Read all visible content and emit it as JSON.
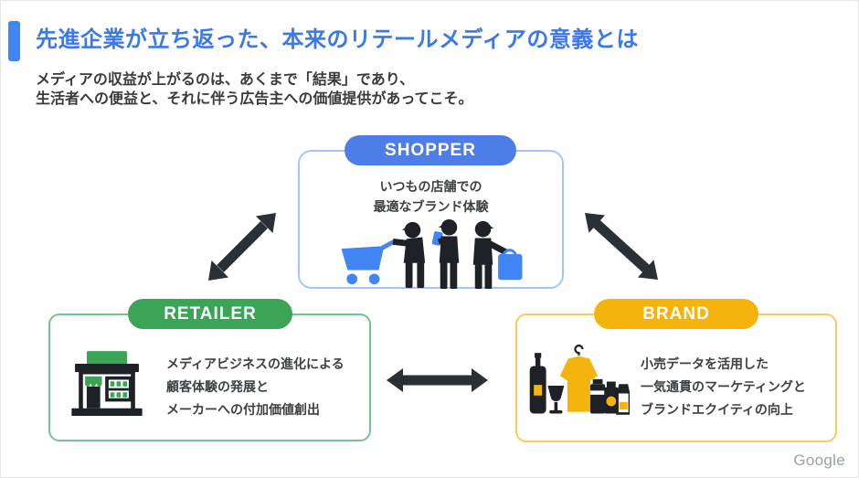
{
  "colors": {
    "accent_blue": "#4285F4",
    "title_blue": "#3B78EC",
    "node_blue": "#4D7EE8",
    "node_blue_border": "#A6C5F7",
    "node_green": "#3BA457",
    "node_green_border": "#77C28D",
    "node_yellow": "#F4B40B",
    "node_yellow_border": "#F8CC56",
    "arrow_dark": "#2B2F36",
    "text_dark": "#3C4043",
    "logo_gray": "#9AA0A6"
  },
  "header": {
    "title": "先進企業が立ち返った、本来のリテールメディアの意義とは",
    "subtitle_lines": [
      "メディアの収益が上がるのは、あくまで「結果」であり、",
      "生活者への便益と、それに伴う広告主への価値提供があってこそ。"
    ]
  },
  "nodes": {
    "shopper": {
      "label": "SHOPPER",
      "description_lines": [
        "いつもの店舗での",
        "最適なブランド体験"
      ],
      "icon": "shoppers-with-cart-icon"
    },
    "retailer": {
      "label": "RETAILER",
      "description_lines": [
        "メディアビジネスの進化による",
        "顧客体験の発展と",
        "メーカーへの付加価値創出"
      ],
      "icon": "storefront-icon"
    },
    "brand": {
      "label": "BRAND",
      "description_lines": [
        "小売データを活用した",
        "一気通貫のマーケティングと",
        "ブランドエクイティの向上"
      ],
      "icon": "brand-products-icon"
    }
  },
  "footer": {
    "logo": "Google"
  }
}
